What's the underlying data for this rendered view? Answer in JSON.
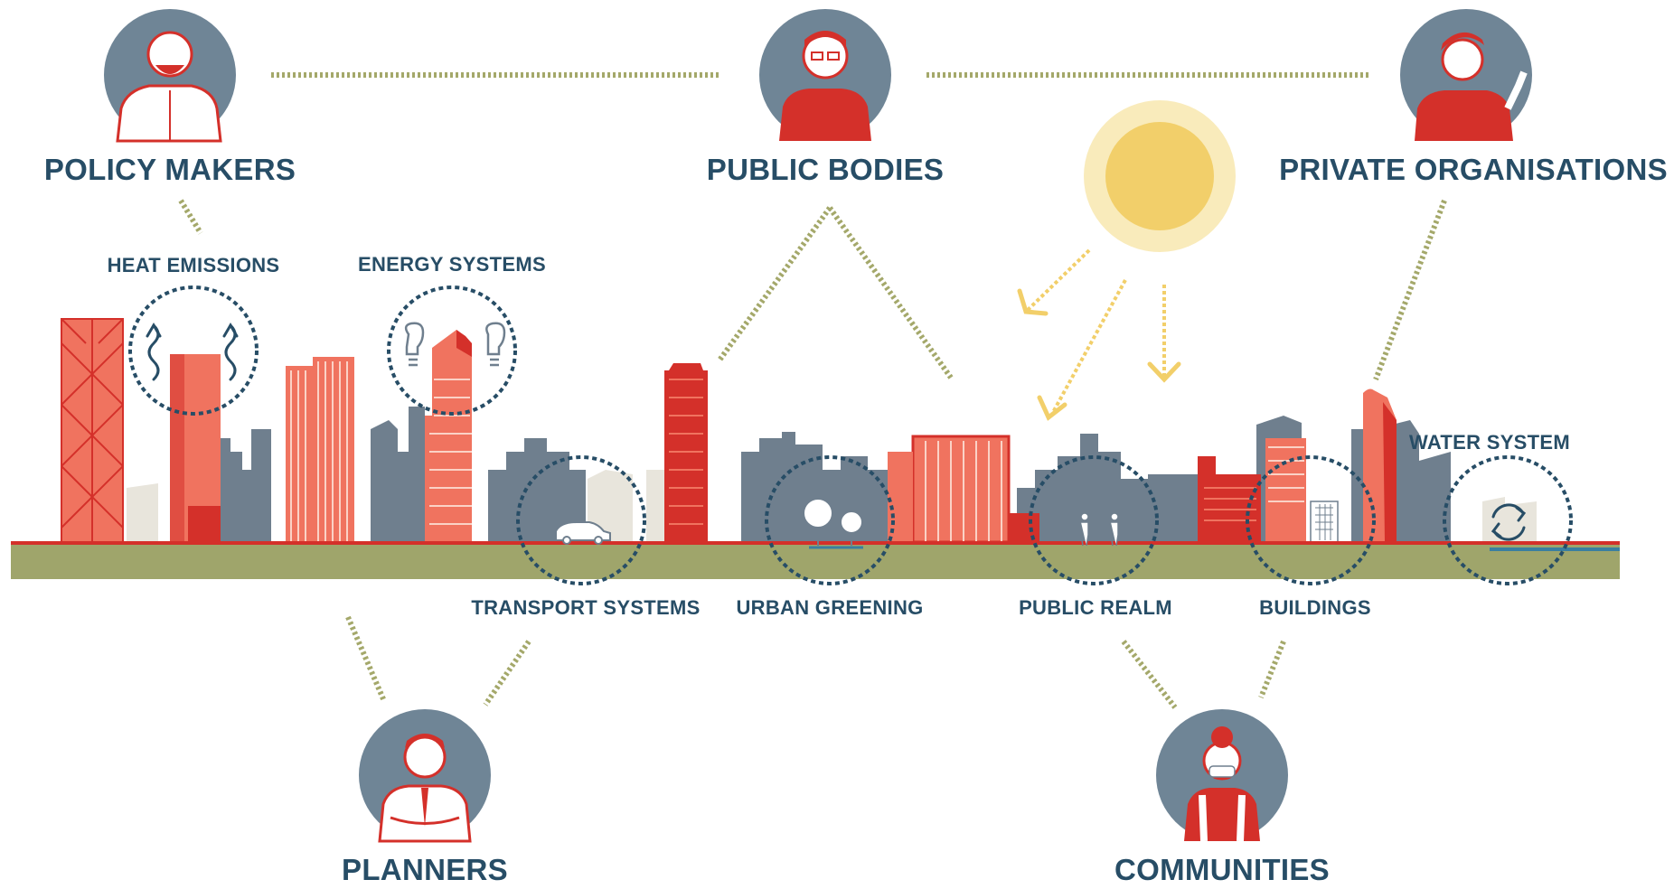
{
  "colors": {
    "navy": "#274d66",
    "actor_circle": "#6f8596",
    "red": "#d4302a",
    "salmon": "#f0735f",
    "slate": "#6f7f8e",
    "beige": "#e8e5dc",
    "ground": "#9fa56b",
    "dotted_line": "#a4a86a",
    "sun": "#f2cf6a",
    "sun_halo": "#f9ebbb"
  },
  "actors": {
    "policy_makers": "POLICY MAKERS",
    "public_bodies": "PUBLIC BODIES",
    "private_organisations": "PRIVATE ORGANISATIONS",
    "planners": "PLANNERS",
    "communities": "COMMUNITIES"
  },
  "systems": {
    "heat_emissions": "HEAT EMISSIONS",
    "energy_systems": "ENERGY SYSTEMS",
    "transport_systems": "TRANSPORT SYSTEMS",
    "urban_greening": "URBAN GREENING",
    "public_realm": "PUBLIC REALM",
    "buildings": "BUILDINGS",
    "water_system": "WATER SYSTEM"
  },
  "icons": [
    "policy-maker-avatar-icon",
    "public-body-avatar-icon",
    "private-organisation-avatar-icon",
    "planner-avatar-icon",
    "community-avatar-icon",
    "sun-icon",
    "heat-wave-icon",
    "light-bulb-icon",
    "car-icon",
    "tree-icon",
    "pedestrian-icon",
    "building-icon",
    "water-cycle-icon"
  ]
}
